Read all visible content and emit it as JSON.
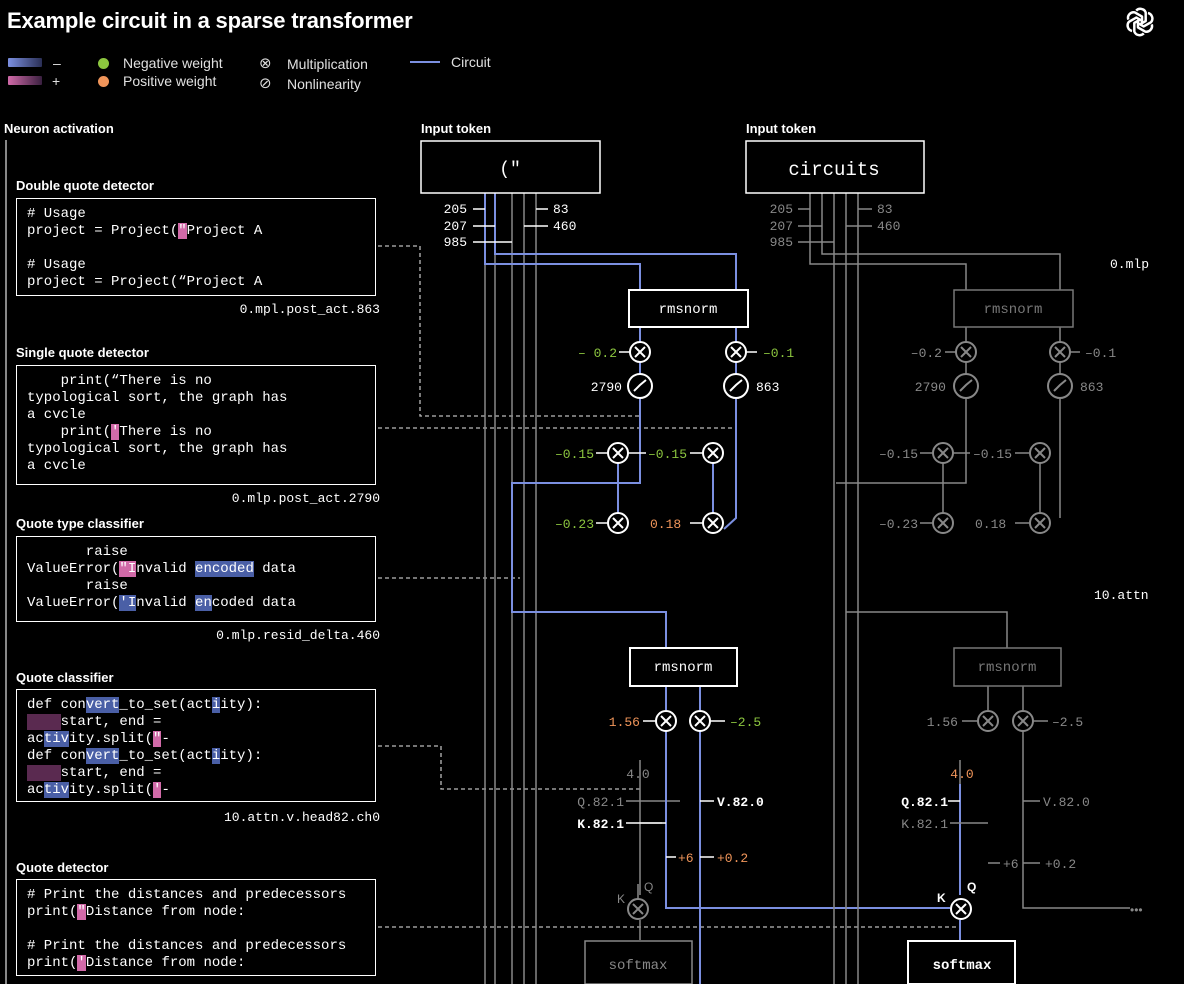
{
  "title": "Example circuit in a sparse transformer",
  "legend": {
    "minus": "–",
    "plus": "+",
    "negative_weight": "Negative weight",
    "positive_weight": "Positive weight",
    "multiplication": "Multiplication",
    "nonlinearity": "Nonlinearity",
    "circuit": "Circuit",
    "multiplication_symbol": "⊗",
    "nonlinearity_symbol": "⊘"
  },
  "colors": {
    "circuit_blue": "#7b8fe0",
    "negative_green": "#8cc63f",
    "positive_orange": "#f0955a",
    "highlight_pink": "#d16aa8",
    "highlight_blue": "#4a5fa6",
    "dim_gray": "#8a8a8a"
  },
  "neuron_activation_label": "Neuron activation",
  "detectors": [
    {
      "title": "Double quote detector",
      "lines": [
        "# Usage",
        "project = Project(\"Project A",
        "",
        "# Usage",
        "project = Project(“Project A"
      ],
      "neuron": "0.mpl.post_act.863"
    },
    {
      "title": "Single quote detector",
      "lines": [
        "    print(“There is no",
        "typological sort, the graph has",
        "a cvcle",
        "    print('There is no",
        "typological sort, the graph has",
        "a cvcle"
      ],
      "neuron": "0.mlp.post_act.2790"
    },
    {
      "title": "Quote type classifier",
      "lines": [
        "       raise",
        "ValueError(\"Invalid encoded data",
        "       raise",
        "ValueError('Invalid encoded data"
      ],
      "neuron": "0.mlp.resid_delta.460"
    },
    {
      "title": "Quote classifier",
      "lines": [
        "def convert_to_set(activity):",
        "    start, end =",
        "activity.split(\"-",
        "def convert_to_set(activity):",
        "    start, end =",
        "activity.split('-"
      ],
      "neuron": "10.attn.v.head82.ch0"
    },
    {
      "title": "Quote detector",
      "lines": [
        "# Print the distances and predecessors",
        "print(\"Distance from node:",
        "",
        "# Print the distances and predecessors",
        "print('Distance from node:"
      ],
      "neuron": ""
    }
  ],
  "left_circuit": {
    "input_label": "Input token",
    "token": "(\"",
    "channels_left": [
      "205",
      "207",
      "985"
    ],
    "channels_right": [
      "83",
      "460"
    ],
    "rmsnorm1": "rmsnorm",
    "w1_left": "– 0.2",
    "w1_right": "–0.1",
    "act_left": "2790",
    "act_right": "863",
    "w2_a": "–0.15",
    "w2_b": "–0.15",
    "w3_a": "–0.23",
    "w3_b": "0.18",
    "rmsnorm2": "rmsnorm",
    "w4_left": "1.56",
    "w4_right": "–2.5",
    "v40": "4.0",
    "q821": "Q.82.1",
    "v820": "V.82.0",
    "k821": "K.82.1",
    "plus6": "+6",
    "plus02": "+0.2",
    "k": "K",
    "q": "Q",
    "softmax": "softmax"
  },
  "right_circuit": {
    "input_label": "Input token",
    "token": "circuits",
    "channels_left": [
      "205",
      "207",
      "985"
    ],
    "channels_right": [
      "83",
      "460"
    ],
    "rmsnorm1": "rmsnorm",
    "w1_left": "–0.2",
    "w1_right": "–0.1",
    "act_left": "2790",
    "act_right": "863",
    "w2_a": "–0.15",
    "w2_b": "–0.15",
    "w3_a": "–0.23",
    "w3_b": "0.18",
    "rmsnorm2": "rmsnorm",
    "w4_left": "1.56",
    "w4_right": "–2.5",
    "v40": "4.0",
    "q821": "Q.82.1",
    "v820": "V.82.0",
    "k821": "K.82.1",
    "plus6": "+6",
    "plus02": "+0.2",
    "k": "K",
    "q": "Q",
    "softmax": "softmax",
    "ellipsis": "•••"
  },
  "layers": {
    "mlp": "0.mlp",
    "attn": "10.attn"
  }
}
